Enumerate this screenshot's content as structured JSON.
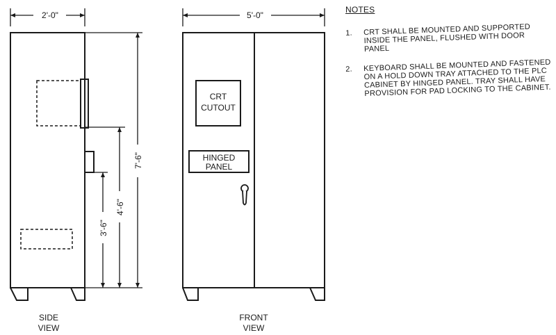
{
  "side_view": {
    "width_dim": "2'-0\"",
    "height_total_dim": "7'-6\"",
    "height_mid_dim": "4'-6\"",
    "height_low_dim": "3'-6\"",
    "label_line1": "SIDE",
    "label_line2": "VIEW"
  },
  "front_view": {
    "width_dim": "5'-0\"",
    "crt_line1": "CRT",
    "crt_line2": "CUTOUT",
    "hinged_line1": "HINGED",
    "hinged_line2": "PANEL",
    "label_line1": "FRONT",
    "label_line2": "VIEW"
  },
  "notes": {
    "title": "NOTES",
    "items": [
      {
        "num": "1.",
        "text": "CRT SHALL BE MOUNTED AND SUPPORTED INSIDE THE PANEL, FLUSHED WITH DOOR PANEL"
      },
      {
        "num": "2.",
        "text": "KEYBOARD SHALL BE MOUNTED AND FASTENED ON A HOLD DOWN TRAY ATTACHED TO THE PLC CABINET BY HINGED PANEL.  TRAY SHALL HAVE PROVISION FOR PAD LOCKING TO THE CABINET."
      }
    ]
  }
}
